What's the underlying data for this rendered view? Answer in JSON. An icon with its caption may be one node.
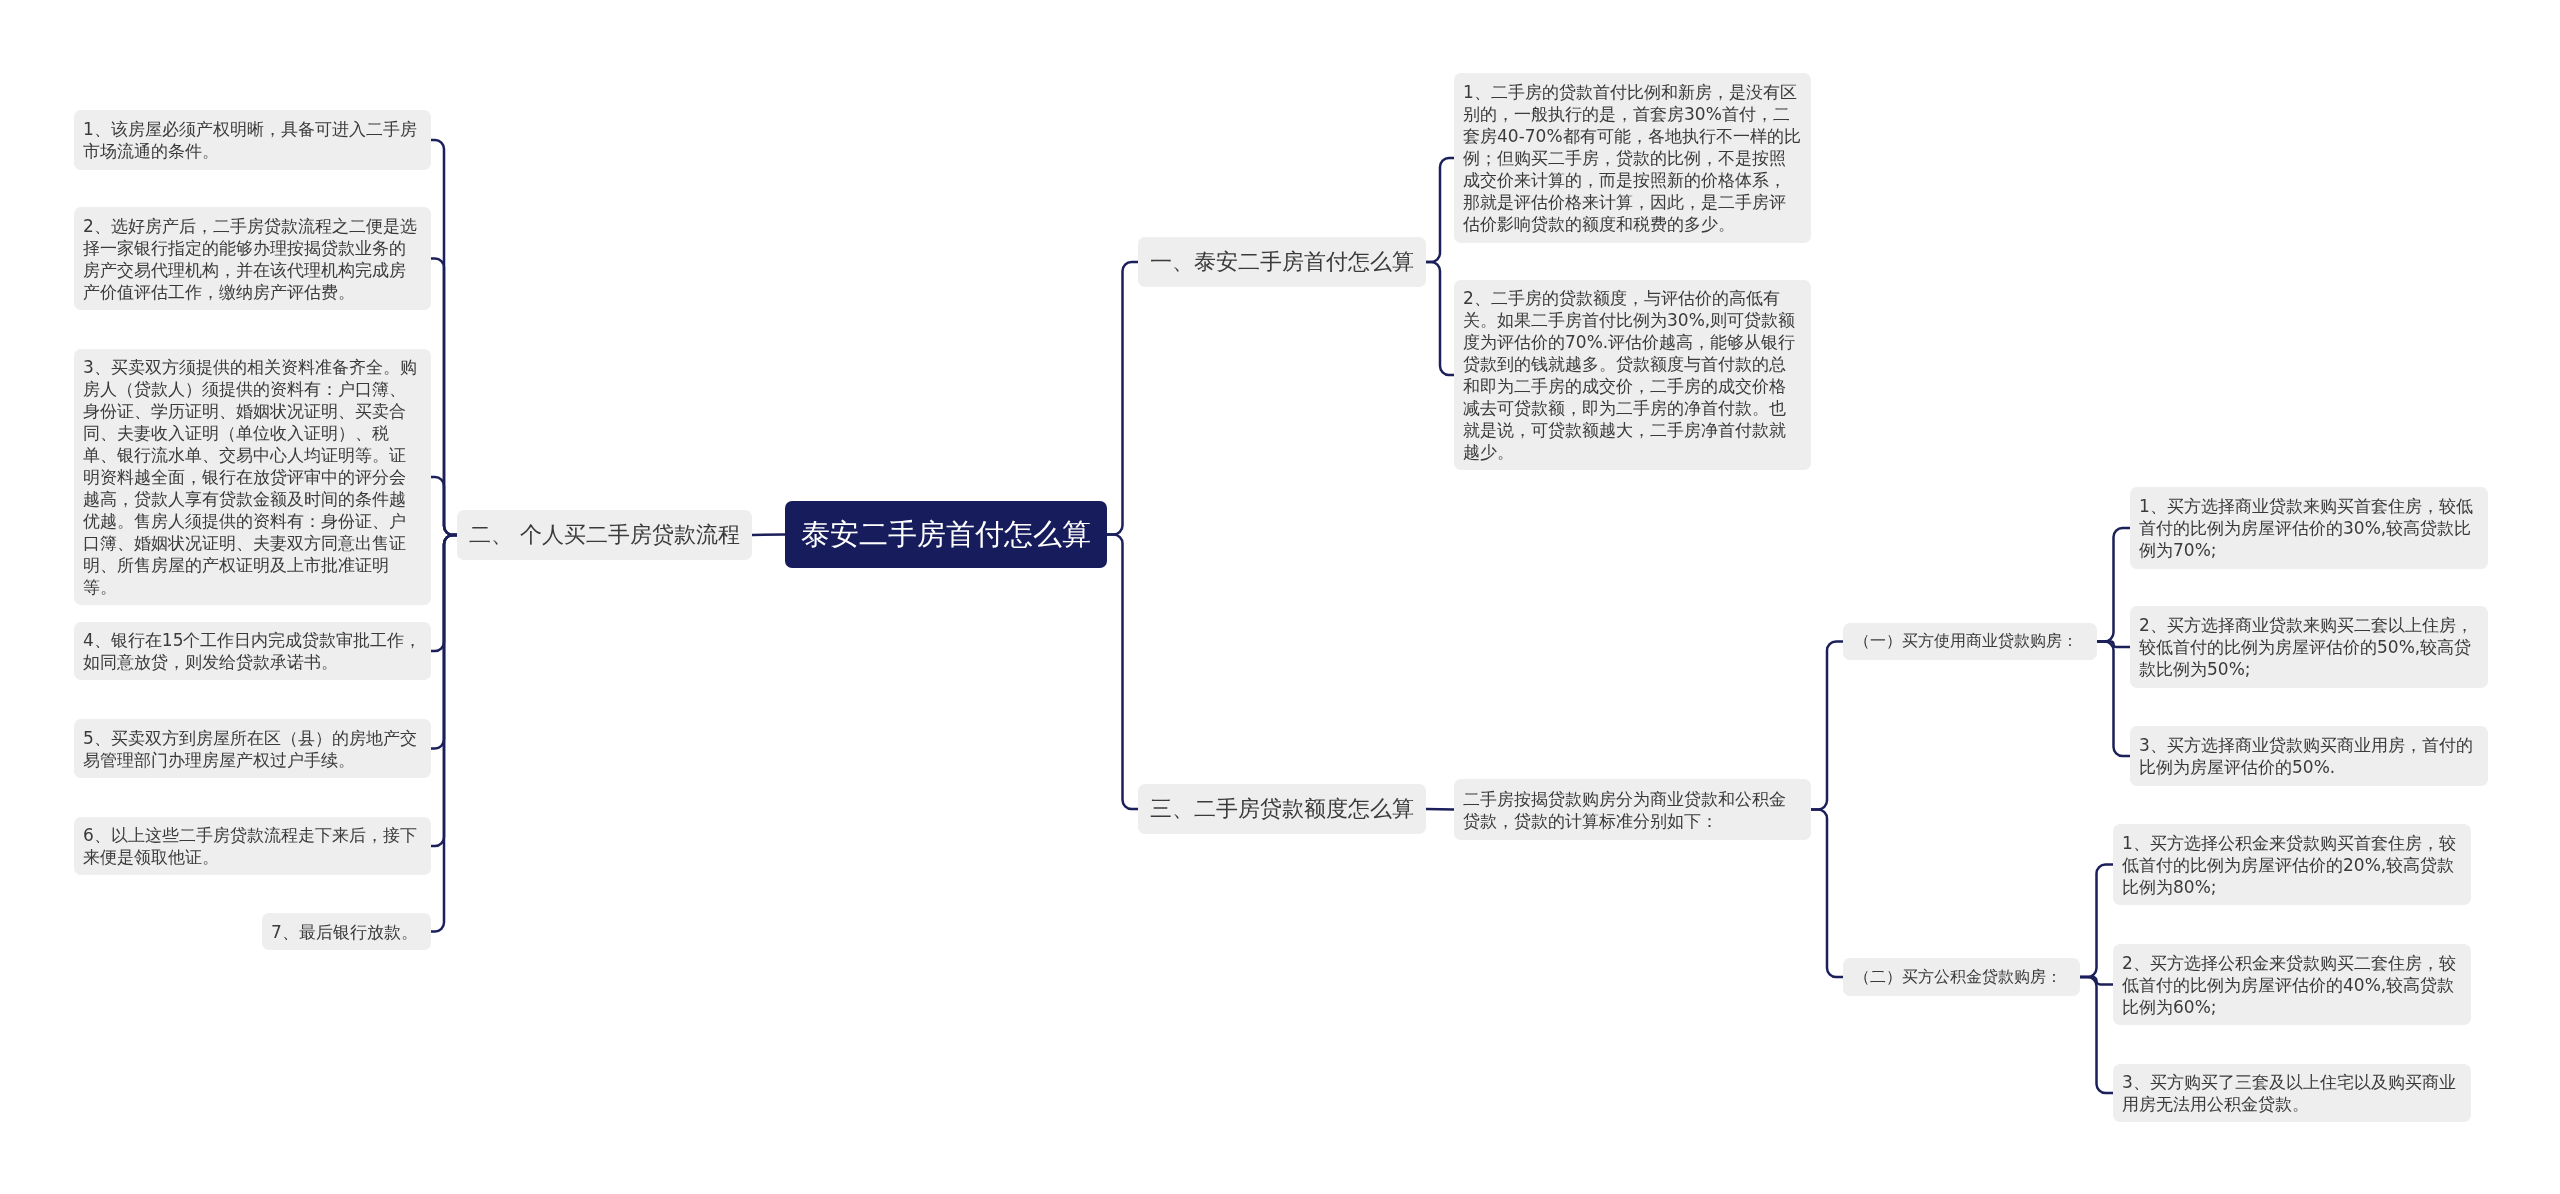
{
  "diagram": {
    "nodes": [
      {
        "text": [
          "泰安二手房首付怎么算"
        ]
      },
      {
        "text": [
          "一、泰安二手房首付怎么算"
        ]
      },
      {
        "text": [
          "1、二手房的贷款首付比例和新房，是没有区别的，一般执行的是，首套房30%首付，二套房40-70%都有可能，各地执行不一样的比例；但购买二手房，贷款的比例，不是按照成交价来计算的，而是按照新的价格体系，那就是评估价格来计算，因此，是二手房评估价影响贷款的额度和税费的多少。"
        ]
      },
      {
        "text": [
          "2、二手房的贷款额度，与评估价的高低有关。如果二手房首付比例为30%,则可贷款额度为评估价的70%.评估价越高，能够从银行贷款到的钱就越多。贷款额度与首付款的总和即为二手房的成交价，二手房的成交价格减去可贷款额，即为二手房的净首付款。也就是说，可贷款额越大，二手房净首付款就越少。"
        ]
      },
      {
        "text": [
          "三、二手房贷款额度怎么算"
        ]
      },
      {
        "text": [
          "二手房按揭贷款购房分为商业贷款和公积金贷款，贷款的计算标准分别如下："
        ]
      },
      {
        "text": [
          "（一）买方使用商业贷款购房："
        ]
      },
      {
        "text": [
          "1、买方选择商业贷款来购买首套住房，较低首付的比例为房屋评估价的30%,较高贷款比例为70%;"
        ]
      },
      {
        "text": [
          "2、买方选择商业贷款来购买二套以上住房，较低首付的比例为房屋评估价的50%,较高贷款比例为50%;"
        ]
      },
      {
        "text": [
          "3、买方选择商业贷款购买商业用房，首付的比例为房屋评估价的50%."
        ]
      },
      {
        "text": [
          "（二）买方公积金贷款购房："
        ]
      },
      {
        "text": [
          "1、买方选择公积金来贷款购买首套住房，较低首付的比例为房屋评估价的20%,较高贷款比例为80%;"
        ]
      },
      {
        "text": [
          "2、买方选择公积金来贷款购买二套住房，较低首付的比例为房屋评估价的40%,较高贷款比例为60%;"
        ]
      },
      {
        "text": [
          "3、买方购买了三套及以上住宅以及购买商业用房无法用公积金贷款。"
        ]
      },
      {
        "text": [
          "二、 个人买二手房贷款流程"
        ]
      },
      {
        "text": [
          "1、该房屋必须产权明晰，具备可进入二手房市场流通的条件。"
        ]
      },
      {
        "text": [
          "2、选好房产后，二手房贷款流程之二便是选择一家银行指定的能够办理按揭贷款业务的房产交易代理机构，并在该代理机构完成房产价值评估工作，缴纳房产评估费。"
        ]
      },
      {
        "text": [
          "3、买卖双方须提供的相关资料准备齐全。购房人（贷款人）须提供的资料有：户口簿、身份证、学历证明、婚姻状况证明、买卖合同、夫妻收入证明（单位收入证明）、税单、银行流水单、交易中心人均证明等。证明资料越全面，银行在放贷评审中的评分会越高，贷款人享有贷款金额及时间的条件越优越。售房人须提供的资料有：身份证、户口簿、婚姻状况证明、夫妻双方同意出售证明、所售房屋的产权证明及上市批准证明等。"
        ]
      },
      {
        "text": [
          "4、银行在15个工作日内完成贷款审批工作，如同意放贷，则发给贷款承诺书。"
        ]
      },
      {
        "text": [
          "5、买卖双方到房屋所在区（县）的房地产交易管理部门办理房屋产权过户手续。"
        ]
      },
      {
        "text": [
          "6、以上这些二手房贷款流程走下来后，接下来便是领取他证。"
        ]
      },
      {
        "text": [
          "7、最后银行放款。"
        ]
      }
    ],
    "edges": [
      {
        "from": 0,
        "to": 1,
        "arrow": "none"
      },
      {
        "from": 1,
        "to": 2,
        "arrow": "none"
      },
      {
        "from": 1,
        "to": 3,
        "arrow": "none"
      },
      {
        "from": 0,
        "to": 4,
        "arrow": "none"
      },
      {
        "from": 4,
        "to": 5,
        "arrow": "none"
      },
      {
        "from": 5,
        "to": 6,
        "arrow": "none"
      },
      {
        "from": 6,
        "to": 7,
        "arrow": "none"
      },
      {
        "from": 6,
        "to": 8,
        "arrow": "none"
      },
      {
        "from": 6,
        "to": 9,
        "arrow": "none"
      },
      {
        "from": 5,
        "to": 10,
        "arrow": "none"
      },
      {
        "from": 10,
        "to": 11,
        "arrow": "none"
      },
      {
        "from": 10,
        "to": 12,
        "arrow": "none"
      },
      {
        "from": 10,
        "to": 13,
        "arrow": "none"
      },
      {
        "from": 0,
        "to": 14,
        "arrow": "none"
      },
      {
        "from": 14,
        "to": 15,
        "arrow": "none"
      },
      {
        "from": 14,
        "to": 16,
        "arrow": "none"
      },
      {
        "from": 14,
        "to": 17,
        "arrow": "none"
      },
      {
        "from": 14,
        "to": 18,
        "arrow": "none"
      },
      {
        "from": 14,
        "to": 19,
        "arrow": "none"
      },
      {
        "from": 14,
        "to": 20,
        "arrow": "none"
      },
      {
        "from": 14,
        "to": 21,
        "arrow": "none"
      }
    ]
  }
}
